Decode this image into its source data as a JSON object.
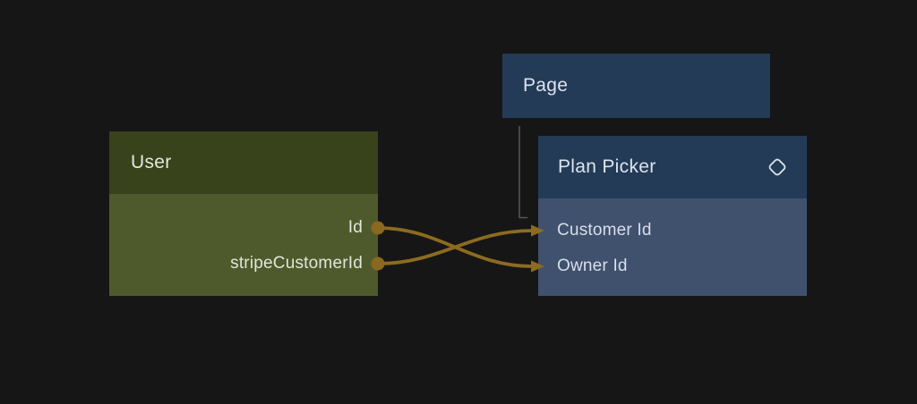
{
  "canvas": {
    "background_color": "#161616"
  },
  "nodes": {
    "user": {
      "title": "User",
      "header_color": "#38431b",
      "body_color": "#4e5a2c",
      "fields": [
        {
          "label": "Id",
          "port": "output"
        },
        {
          "label": "stripeCustomerId",
          "port": "output"
        }
      ]
    },
    "page": {
      "title": "Page",
      "color": "#233b57"
    },
    "plan_picker": {
      "title": "Plan Picker",
      "icon": "diamond-icon",
      "header_color": "#233b57",
      "body_color": "#40516e",
      "fields": [
        {
          "label": "Customer Id",
          "port": "input"
        },
        {
          "label": "Owner Id",
          "port": "input"
        }
      ]
    }
  },
  "edges": [
    {
      "from": "User.stripeCustomerId",
      "to": "Plan Picker.Customer Id",
      "color": "#8c6b21",
      "style": "curve-arrow"
    },
    {
      "from": "User.Id",
      "to": "Plan Picker.Owner Id",
      "color": "#8c6b21",
      "style": "curve-arrow"
    },
    {
      "from": "Page",
      "to": "Plan Picker",
      "type": "parent-child",
      "color": "#54555a",
      "style": "elbow"
    }
  ]
}
